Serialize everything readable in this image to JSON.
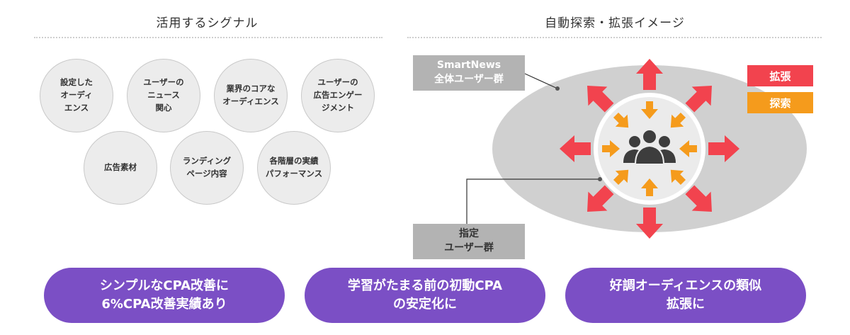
{
  "left_section": {
    "title": "活用するシグナル",
    "signals": [
      "設定した\nオーディ\nエンス",
      "ユーザーの\nニュース\n関心",
      "業界のコアな\nオーディエンス",
      "ユーザーの\n広告エンゲー\nジメント",
      "広告素材",
      "ランディング\nページ内容",
      "各階層の実績\nパフォーマンス"
    ]
  },
  "right_section": {
    "title": "自動探索・拡張イメージ",
    "smartnews_label": "SmartNews\n全体ユーザー群",
    "target_label": "指定\nユーザー群",
    "legend": {
      "expand": "拡張",
      "explore": "探索"
    },
    "center_icon": "user-group-icon"
  },
  "benefits": [
    "シンプルなCPA改善に\n6%CPA改善実績あり",
    "学習がたまる前の初動CPA\nの安定化に",
    "好調オーディエンスの類似\n拡張に"
  ],
  "colors": {
    "expand": "#f2434e",
    "explore": "#f59b1c",
    "pill": "#7b4fc5",
    "bubble": "#ececec",
    "ellipse": "#d0d0d0",
    "label_box": "#b3b3b3"
  }
}
